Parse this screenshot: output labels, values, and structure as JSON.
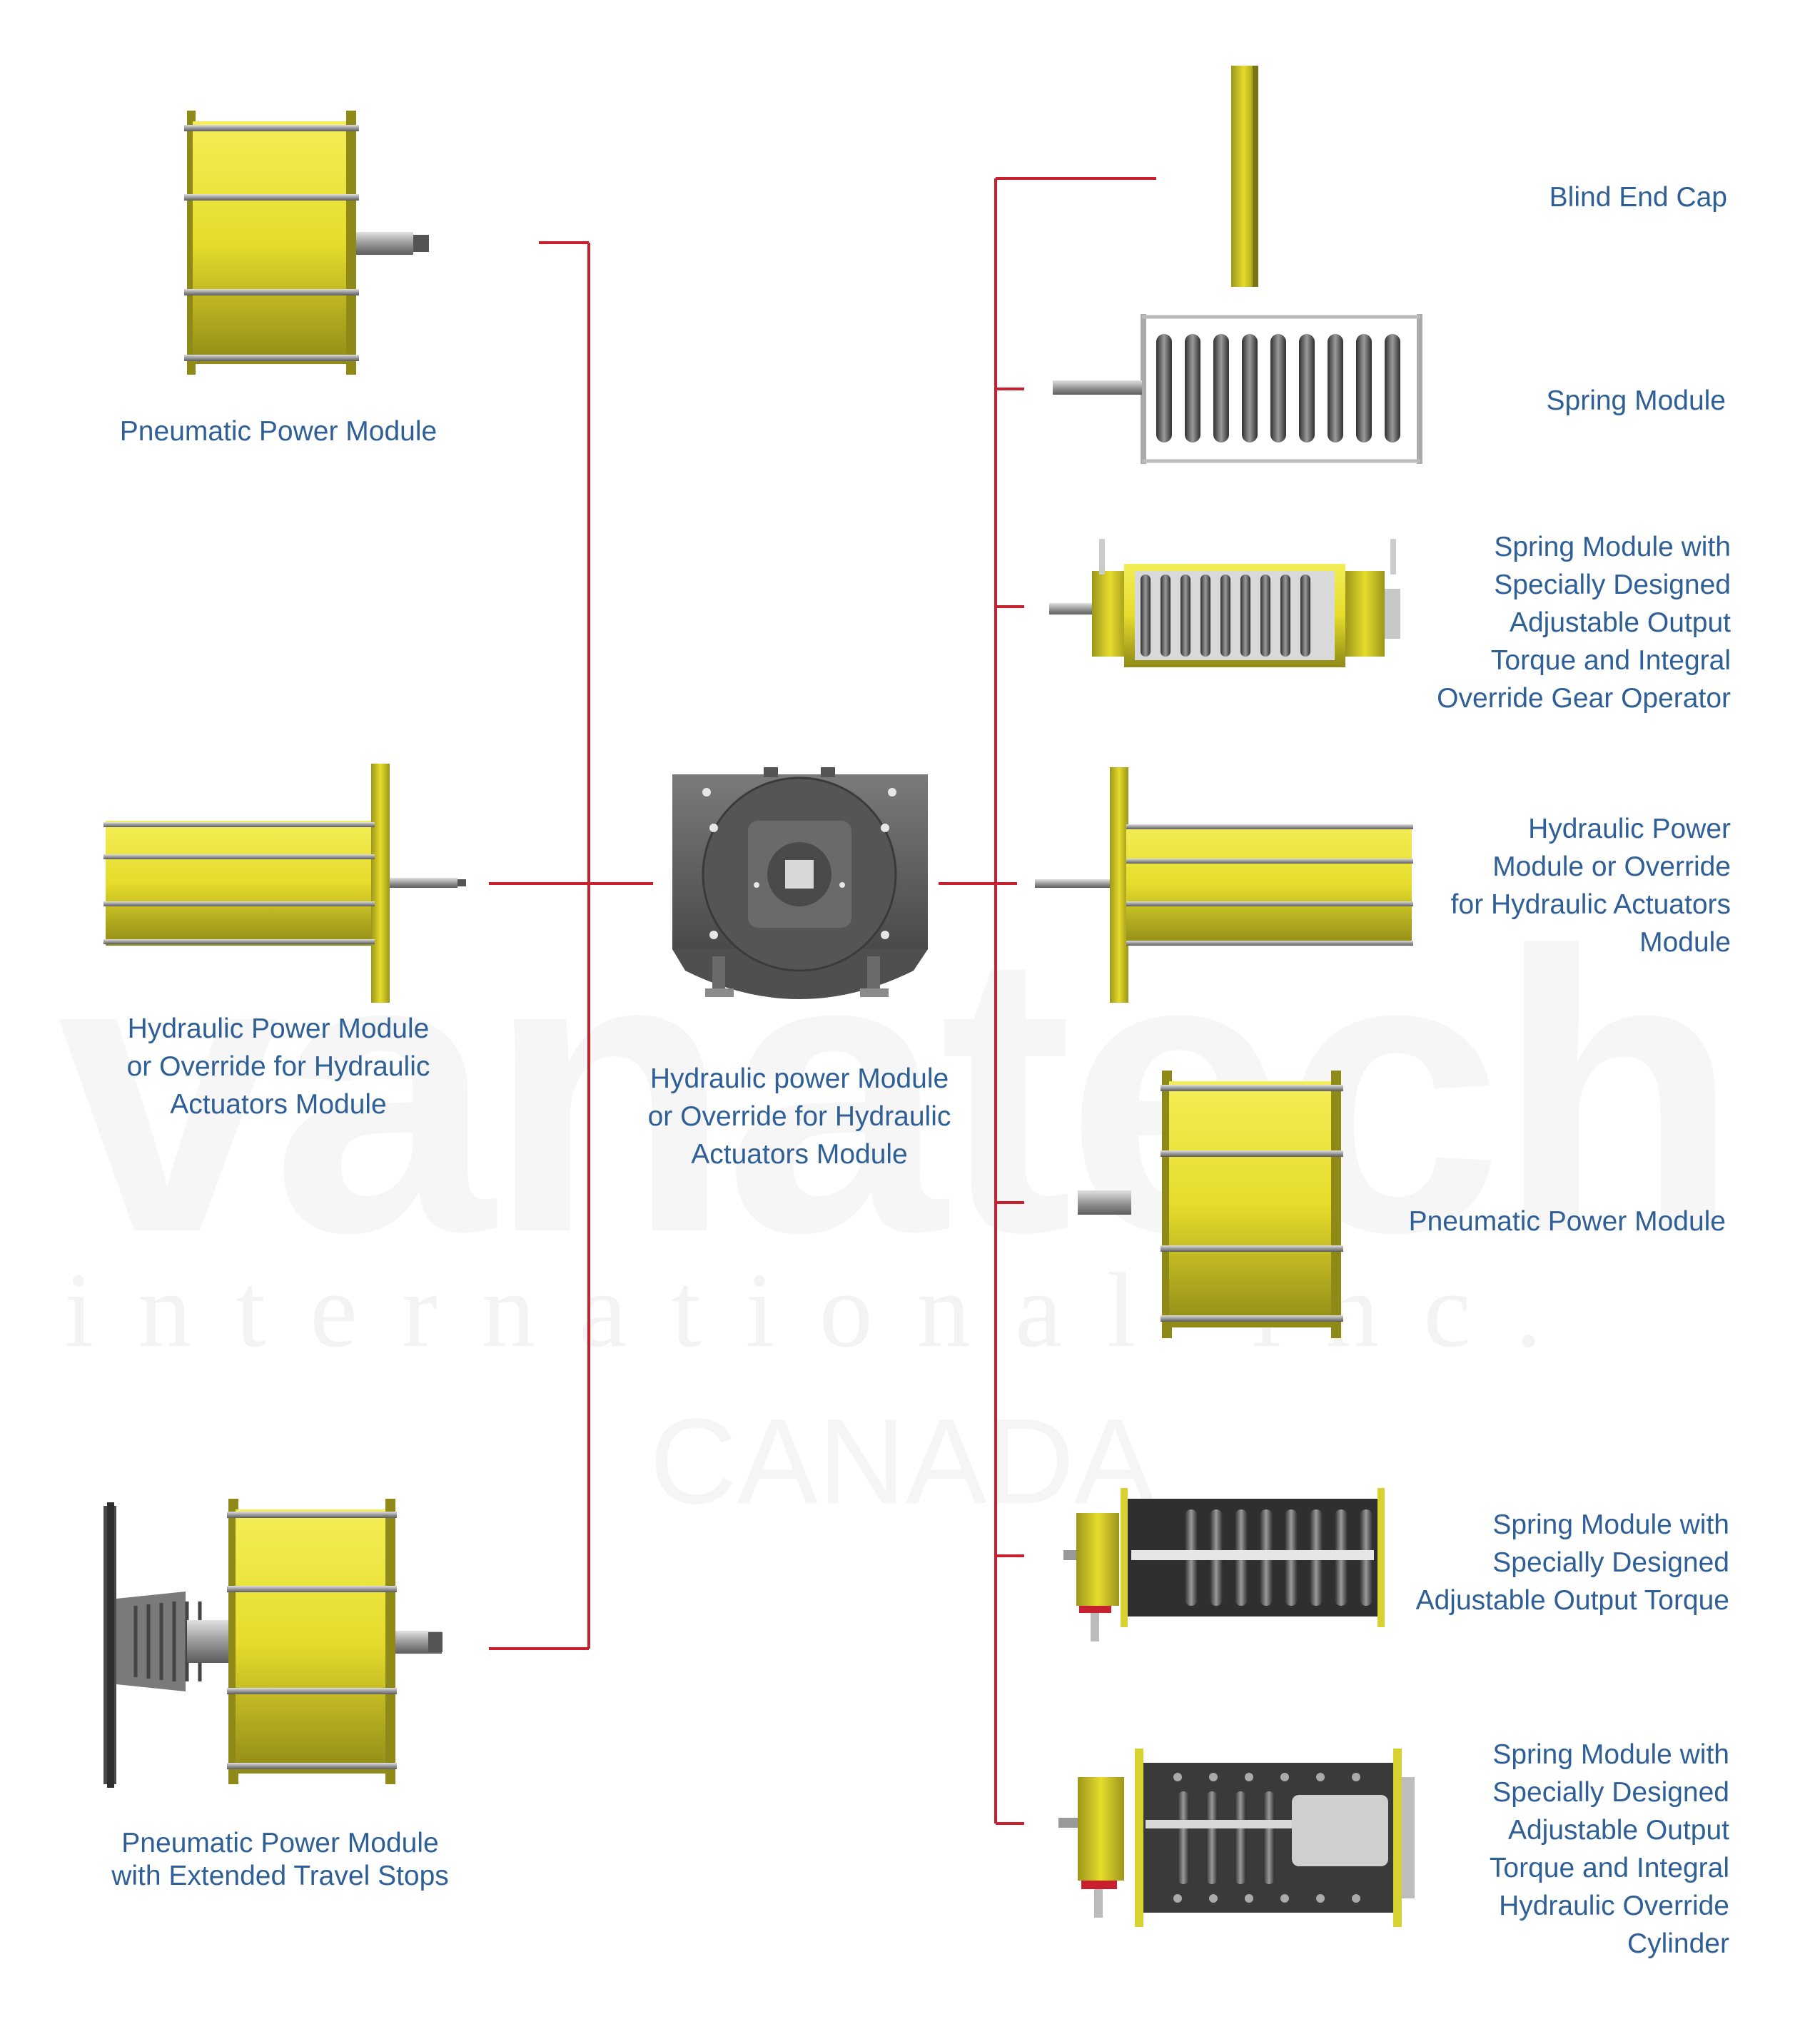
{
  "colors": {
    "connector": "#c8202f",
    "label": "#2f5f97",
    "module_yellow": "#e6dc2c",
    "housing_gray": "#5a5a5a"
  },
  "watermark": {
    "brand": "vanatech",
    "sub": "international inc.",
    "country": "CANADA"
  },
  "center": {
    "label": "Hydraulic power Module\nor Override for Hydraulic\nActuators Module"
  },
  "left_modules": [
    {
      "label": "Pneumatic Power Module",
      "icon": "pneumatic-module-icon"
    },
    {
      "label": "Hydraulic Power Module\nor Override for Hydraulic\nActuators Module",
      "icon": "hydraulic-module-icon"
    },
    {
      "label": "Pneumatic Power Module\nwith Extended Travel Stops",
      "icon": "pneumatic-handwheel-module-icon"
    }
  ],
  "right_modules": [
    {
      "label": "Blind End Cap",
      "icon": "end-cap-icon"
    },
    {
      "label": "Spring Module",
      "icon": "spring-module-icon"
    },
    {
      "label": "Spring Module with\nSpecially Designed\nAdjustable Output\nTorque and Integral\nOverride Gear Operator",
      "icon": "spring-gear-module-icon"
    },
    {
      "label": "Hydraulic Power\nModule or Override\nfor Hydraulic Actuators\nModule",
      "icon": "hydraulic-module-icon"
    },
    {
      "label": "Pneumatic Power Module",
      "icon": "pneumatic-module-icon"
    },
    {
      "label": "Spring Module with\nSpecially Designed\nAdjustable Output Torque",
      "icon": "spring-torque-module-icon"
    },
    {
      "label": "Spring Module with\nSpecially Designed\nAdjustable Output\nTorque and Integral\nHydraulic Override\nCylinder",
      "icon": "spring-hydraulic-module-icon"
    }
  ]
}
